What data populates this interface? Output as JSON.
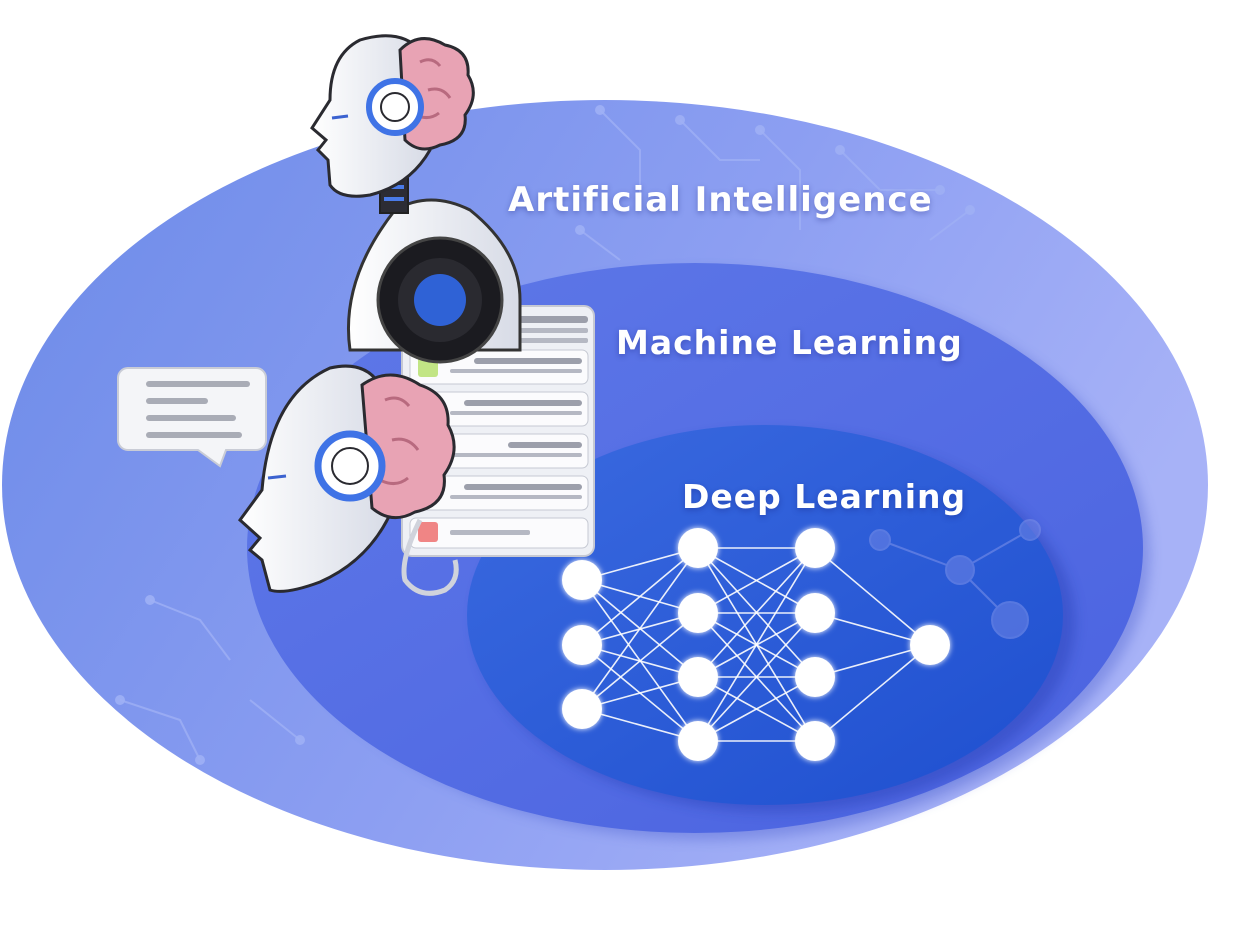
{
  "diagram": {
    "layers": [
      {
        "id": "ai",
        "label": "Artificial Intelligence"
      },
      {
        "id": "ml",
        "label": "Machine Learning"
      },
      {
        "id": "dl",
        "label": "Deep Learning"
      }
    ]
  },
  "colors": {
    "ai_ellipse": "#7f95f0",
    "ml_ellipse": "#5b70e6",
    "dl_ellipse": "#2f55d8",
    "node": "#ffffff",
    "brain": "#e8a3b4",
    "headphone": "#3f73e6"
  },
  "icons": [
    "robot-head-icon",
    "brain-icon",
    "headphones-icon",
    "speech-bubble-icon",
    "document-list-icon",
    "neural-network-icon"
  ]
}
